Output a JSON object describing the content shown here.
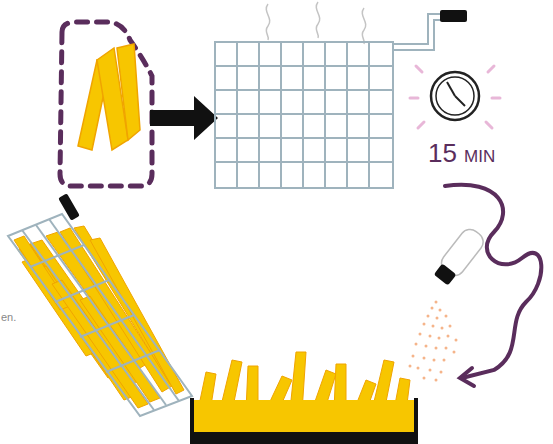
{
  "diagram": {
    "labels": [
      "15",
      "MIN",
      "en."
    ]
  }
}
